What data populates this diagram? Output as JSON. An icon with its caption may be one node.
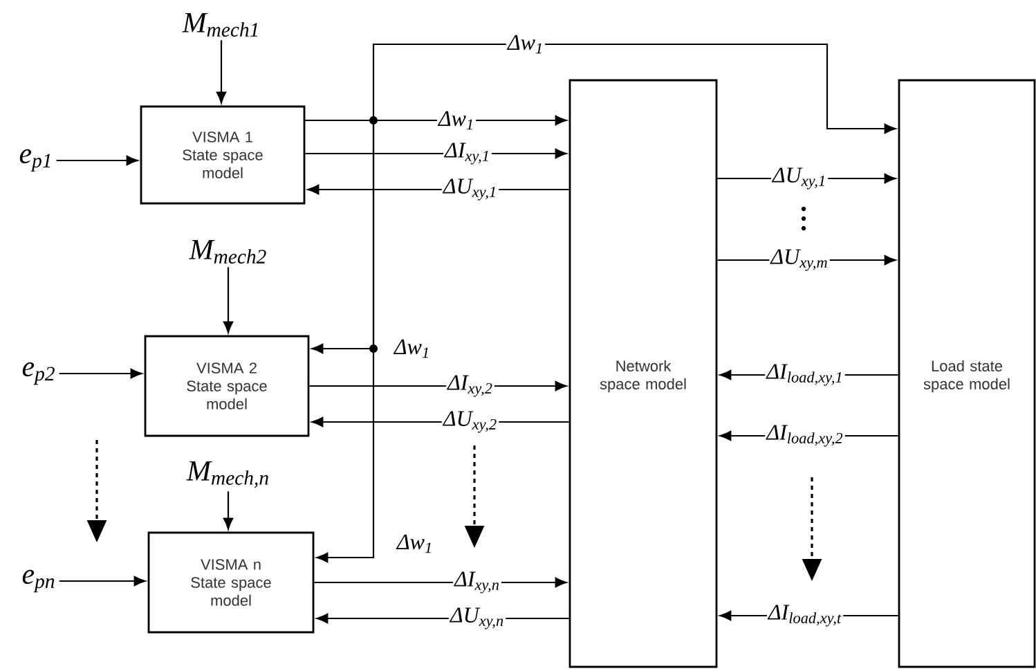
{
  "diagram": {
    "nodes": [
      {
        "text": [
          "VISMA 1",
          "State space model"
        ]
      },
      {
        "text": [
          "VISMA 2",
          "State space model"
        ]
      },
      {
        "text": [
          "VISMA n",
          "State space model"
        ]
      },
      {
        "text": [
          "Network space model"
        ]
      },
      {
        "text": [
          "Load state space model"
        ]
      },
      {
        "text": [
          "M$_{mech1}$"
        ]
      },
      {
        "text": [
          "e$_{p1}$"
        ]
      },
      {
        "text": [
          "M$_{mech2}$"
        ]
      },
      {
        "text": [
          "e$_{p2}$"
        ]
      },
      {
        "text": [
          "M$_{mech,n}$"
        ]
      },
      {
        "text": [
          "e$_{pn}$"
        ]
      }
    ],
    "edges": [
      {
        "from": 5,
        "to": 0,
        "arrow": "to"
      },
      {
        "from": 6,
        "to": 0,
        "arrow": "to"
      },
      {
        "from": 7,
        "to": 1,
        "arrow": "to"
      },
      {
        "from": 8,
        "to": 1,
        "arrow": "to"
      },
      {
        "from": 9,
        "to": 2,
        "arrow": "to"
      },
      {
        "from": 10,
        "to": 2,
        "arrow": "to"
      },
      {
        "from": 0,
        "to": 3,
        "arrow": "to",
        "label": "Δw$_{1}$"
      },
      {
        "from": 0,
        "to": 4,
        "arrow": "to",
        "label": "Δw$_{1}$"
      },
      {
        "from": 0,
        "to": 1,
        "arrow": "to",
        "label": "Δw$_{1}$"
      },
      {
        "from": 0,
        "to": 2,
        "arrow": "to",
        "label": "Δw$_{1}$"
      },
      {
        "from": 0,
        "to": 3,
        "arrow": "to",
        "label": "ΔI$_{xy,1}$"
      },
      {
        "from": 3,
        "to": 0,
        "arrow": "to",
        "label": "ΔU$_{xy,1}$"
      },
      {
        "from": 1,
        "to": 3,
        "arrow": "to",
        "label": "ΔI$_{xy,2}$"
      },
      {
        "from": 3,
        "to": 1,
        "arrow": "to",
        "label": "ΔU$_{xy,2}$"
      },
      {
        "from": 2,
        "to": 3,
        "arrow": "to",
        "label": "ΔI$_{xy,n}$"
      },
      {
        "from": 3,
        "to": 2,
        "arrow": "to",
        "label": "ΔU$_{xy,n}$"
      },
      {
        "from": 3,
        "to": 4,
        "arrow": "to",
        "label": "ΔU$_{xy,1}$"
      },
      {
        "from": 3,
        "to": 4,
        "arrow": "to",
        "label": "ΔU$_{xy,m}$"
      },
      {
        "from": 4,
        "to": 3,
        "arrow": "to",
        "label": "ΔI$_{load,xy,1}$"
      },
      {
        "from": 4,
        "to": 3,
        "arrow": "to",
        "label": "ΔI$_{load,xy,2}$"
      },
      {
        "from": 4,
        "to": 3,
        "arrow": "to",
        "label": "ΔI$_{load,xy,t}$"
      }
    ]
  }
}
